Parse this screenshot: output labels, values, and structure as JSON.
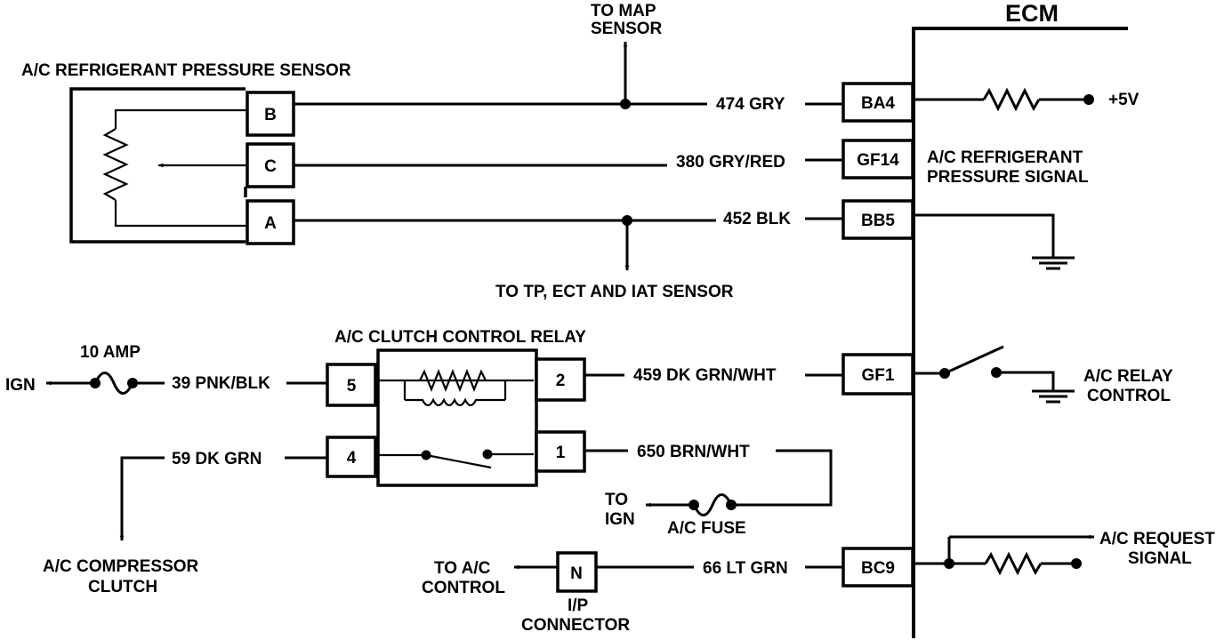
{
  "ecm_title": "ECM",
  "sensor": {
    "title": "A/C REFRIGERANT PRESSURE SENSOR",
    "pins": [
      "B",
      "C",
      "A"
    ]
  },
  "relay": {
    "title": "A/C CLUTCH CONTROL RELAY",
    "pins": [
      "5",
      "2",
      "4",
      "1"
    ]
  },
  "ecm_pins": [
    "BA4",
    "GF14",
    "BB5",
    "GF1",
    "BC9"
  ],
  "wires": {
    "w474": "474  GRY",
    "w380": "380 GRY/RED",
    "w452": "452  BLK",
    "w39": "39 PNK/BLK",
    "w459": "459  DK GRN/WHT",
    "w59": "59  DK GRN",
    "w650": "650 BRN/WHT",
    "w66": "66 LT GRN"
  },
  "labels": {
    "to_map_1": "TO MAP",
    "to_map_2": "SENSOR",
    "to_tp": "TO TP, ECT AND IAT SENSOR",
    "plus5v": "+5V",
    "signal_1": "A/C REFRIGERANT",
    "signal_2": "PRESSURE SIGNAL",
    "amp": "10 AMP",
    "ign": "IGN",
    "relay_ctrl_1": "A/C RELAY",
    "relay_ctrl_2": "CONTROL",
    "compressor_1": "A/C COMPRESSOR",
    "compressor_2": "CLUTCH",
    "to_ign_1": "TO",
    "to_ign_2": "IGN",
    "ac_fuse": "A/C FUSE",
    "request_1": "A/C REQUEST",
    "request_2": "SIGNAL",
    "to_ac_1": "TO A/C",
    "to_ac_2": "CONTROL",
    "ip_pin": "N",
    "ip_1": "I/P",
    "ip_2": "CONNECTOR"
  }
}
